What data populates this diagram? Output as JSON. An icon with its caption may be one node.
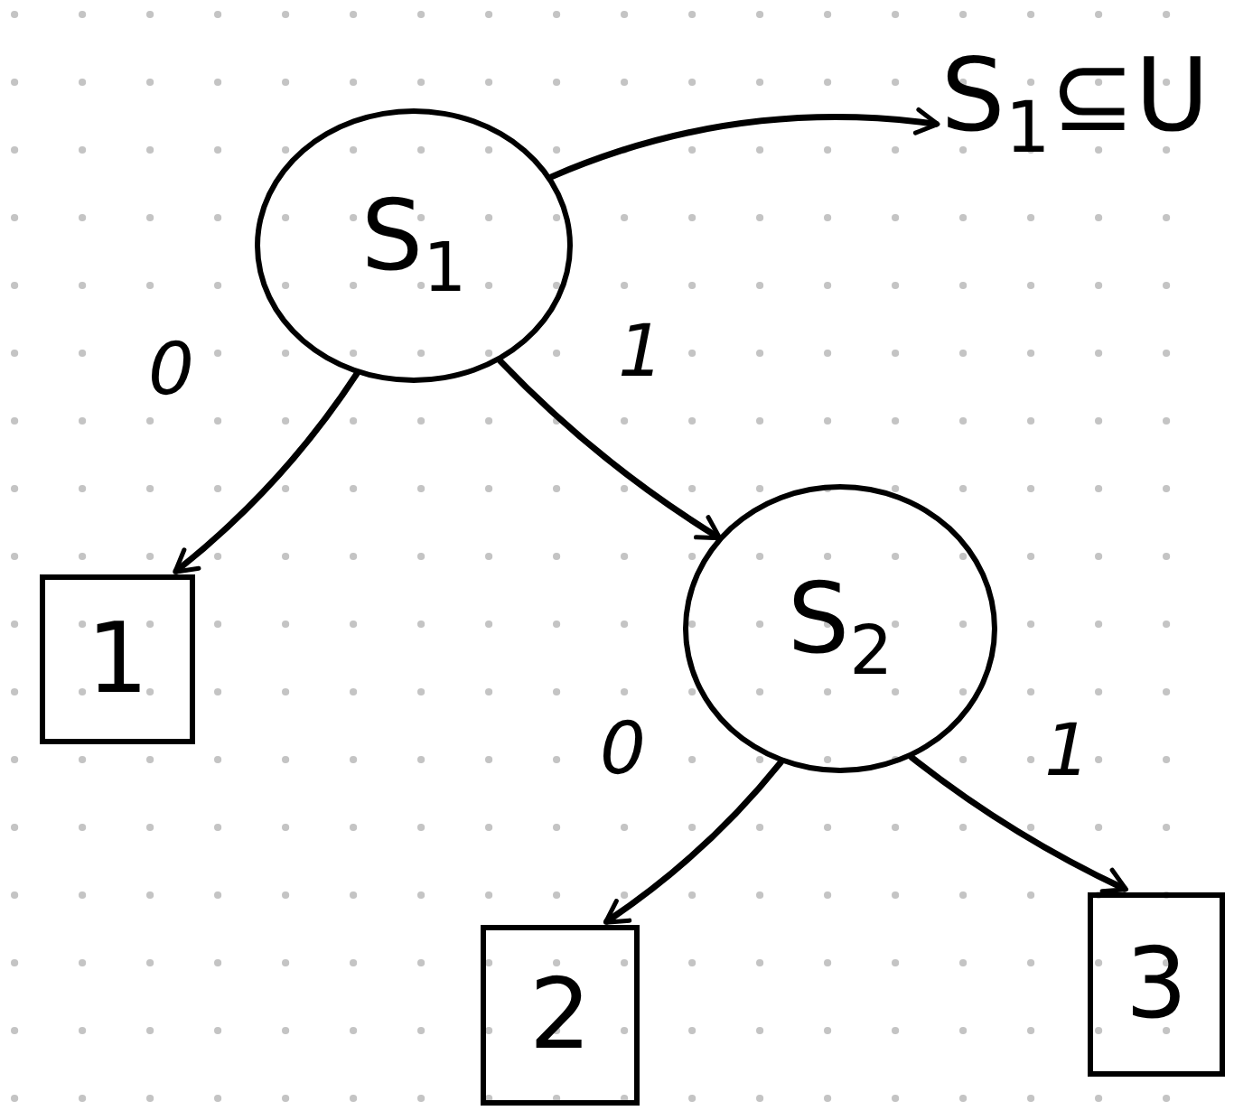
{
  "diagram": {
    "nodes": [
      {
        "text": [
          "S$_{1}$"
        ]
      },
      {
        "text": [
          "1"
        ]
      },
      {
        "text": [
          "S$_{2}$"
        ]
      },
      {
        "text": [
          "2"
        ]
      },
      {
        "text": [
          "3"
        ]
      },
      {
        "text": [
          "S$_{1}$⊆U"
        ]
      }
    ],
    "edges": [
      {
        "from": 0,
        "to": 5,
        "arrow": "to"
      },
      {
        "from": 0,
        "to": 1,
        "arrow": "to",
        "label": "0"
      },
      {
        "from": 0,
        "to": 2,
        "arrow": "to",
        "label": "1"
      },
      {
        "from": 2,
        "to": 3,
        "arrow": "to",
        "label": "0"
      },
      {
        "from": 2,
        "to": 4,
        "arrow": "to",
        "label": "1"
      }
    ]
  }
}
